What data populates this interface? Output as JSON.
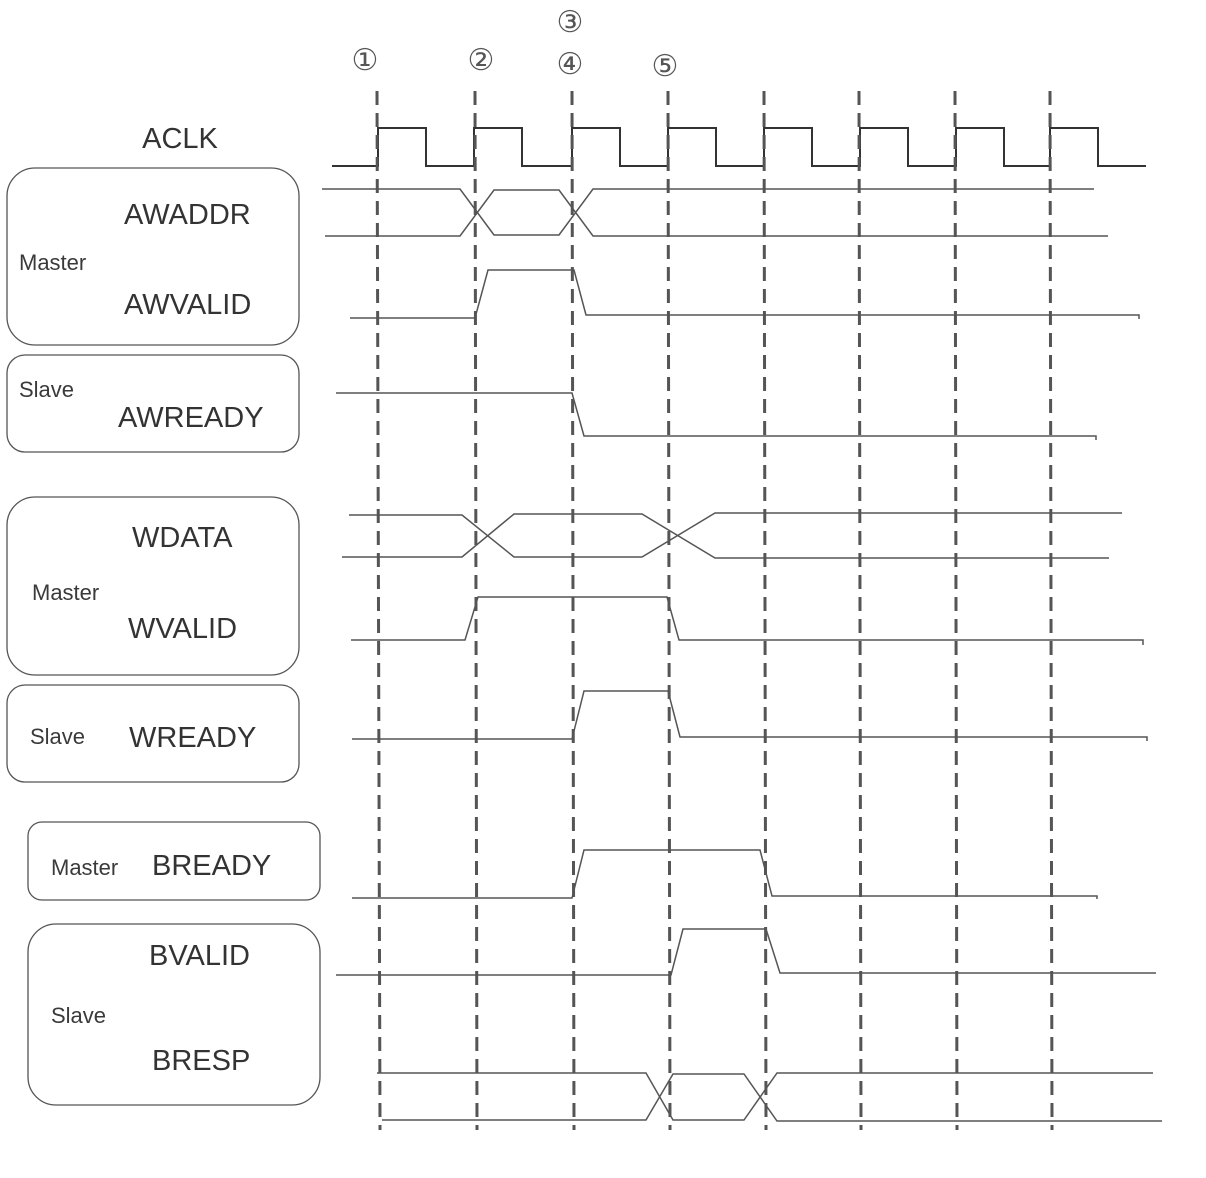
{
  "markers": [
    "①",
    "②",
    "③",
    "④",
    "⑤"
  ],
  "clock": {
    "name": "ACLK"
  },
  "groups": [
    {
      "id": "aw-master",
      "role": "Master",
      "signals": [
        "AWADDR",
        "AWVALID"
      ]
    },
    {
      "id": "aw-slave",
      "role": "Slave",
      "signals": [
        "AWREADY"
      ]
    },
    {
      "id": "w-master",
      "role": "Master",
      "signals": [
        "WDATA",
        "WVALID"
      ]
    },
    {
      "id": "w-slave",
      "role": "Slave",
      "signals": [
        "WREADY"
      ]
    },
    {
      "id": "b-master",
      "role": "Master",
      "signals": [
        "BREADY"
      ]
    },
    {
      "id": "b-slave",
      "role": "Slave",
      "signals": [
        "BVALID",
        "BRESP"
      ]
    }
  ],
  "waveforms": [
    {
      "signal": "AWVALID",
      "type": "level",
      "levels": [
        "low",
        "high",
        "low",
        "low",
        "low",
        "low",
        "low",
        "low"
      ]
    },
    {
      "signal": "AWREADY",
      "type": "level",
      "levels": [
        "high",
        "high",
        "low",
        "low",
        "low",
        "low",
        "low",
        "low"
      ]
    },
    {
      "signal": "WVALID",
      "type": "level",
      "levels": [
        "low",
        "high",
        "high",
        "low",
        "low",
        "low",
        "low",
        "low"
      ]
    },
    {
      "signal": "WREADY",
      "type": "level",
      "levels": [
        "low",
        "low",
        "high",
        "low",
        "low",
        "low",
        "low",
        "low"
      ]
    },
    {
      "signal": "BREADY",
      "type": "level",
      "levels": [
        "low",
        "low",
        "high",
        "high",
        "low",
        "low",
        "low",
        "low"
      ]
    },
    {
      "signal": "BVALID",
      "type": "level",
      "levels": [
        "low",
        "low",
        "low",
        "high",
        "low",
        "low",
        "low",
        "low"
      ]
    },
    {
      "signal": "AWADDR",
      "type": "bus",
      "transitions_at_edges": [
        2,
        3
      ]
    },
    {
      "signal": "WDATA",
      "type": "bus",
      "transitions_at_edges": [
        2,
        4
      ]
    },
    {
      "signal": "BRESP",
      "type": "bus",
      "transitions_at_edges": [
        4,
        5
      ]
    }
  ]
}
